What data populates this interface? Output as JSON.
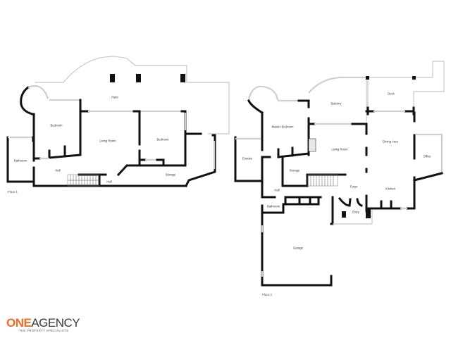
{
  "floor1": {
    "title": "Floor 1",
    "rooms": {
      "patio": "Patio",
      "bedroom_left": "Bedroom",
      "living_room": "Living Room",
      "bedroom_right": "Bedroom",
      "bathroom": "Bathroom",
      "hall_main": "Hall",
      "hall_small": "Hall",
      "storage": "Storage"
    }
  },
  "floor2": {
    "title": "Floor 2",
    "rooms": {
      "balcony": "Balcony",
      "deck": "Deck",
      "master_bedroom": "Master Bedroom",
      "ensuite": "Ensuite",
      "storage": "Storage",
      "living_room": "Living Room",
      "dining_area": "Dining Area",
      "office": "Office",
      "hall": "Hall",
      "foyer": "Foyer",
      "kitchen": "Kitchen",
      "bathroom": "Bathroom",
      "entry": "Entry",
      "garage": "Garage"
    }
  },
  "branding": {
    "logo_one": "ONE",
    "logo_agency": "AGENCY",
    "tagline": "THE PROPERTY SPECIALISTS",
    "accent_color": "#f26b21"
  }
}
